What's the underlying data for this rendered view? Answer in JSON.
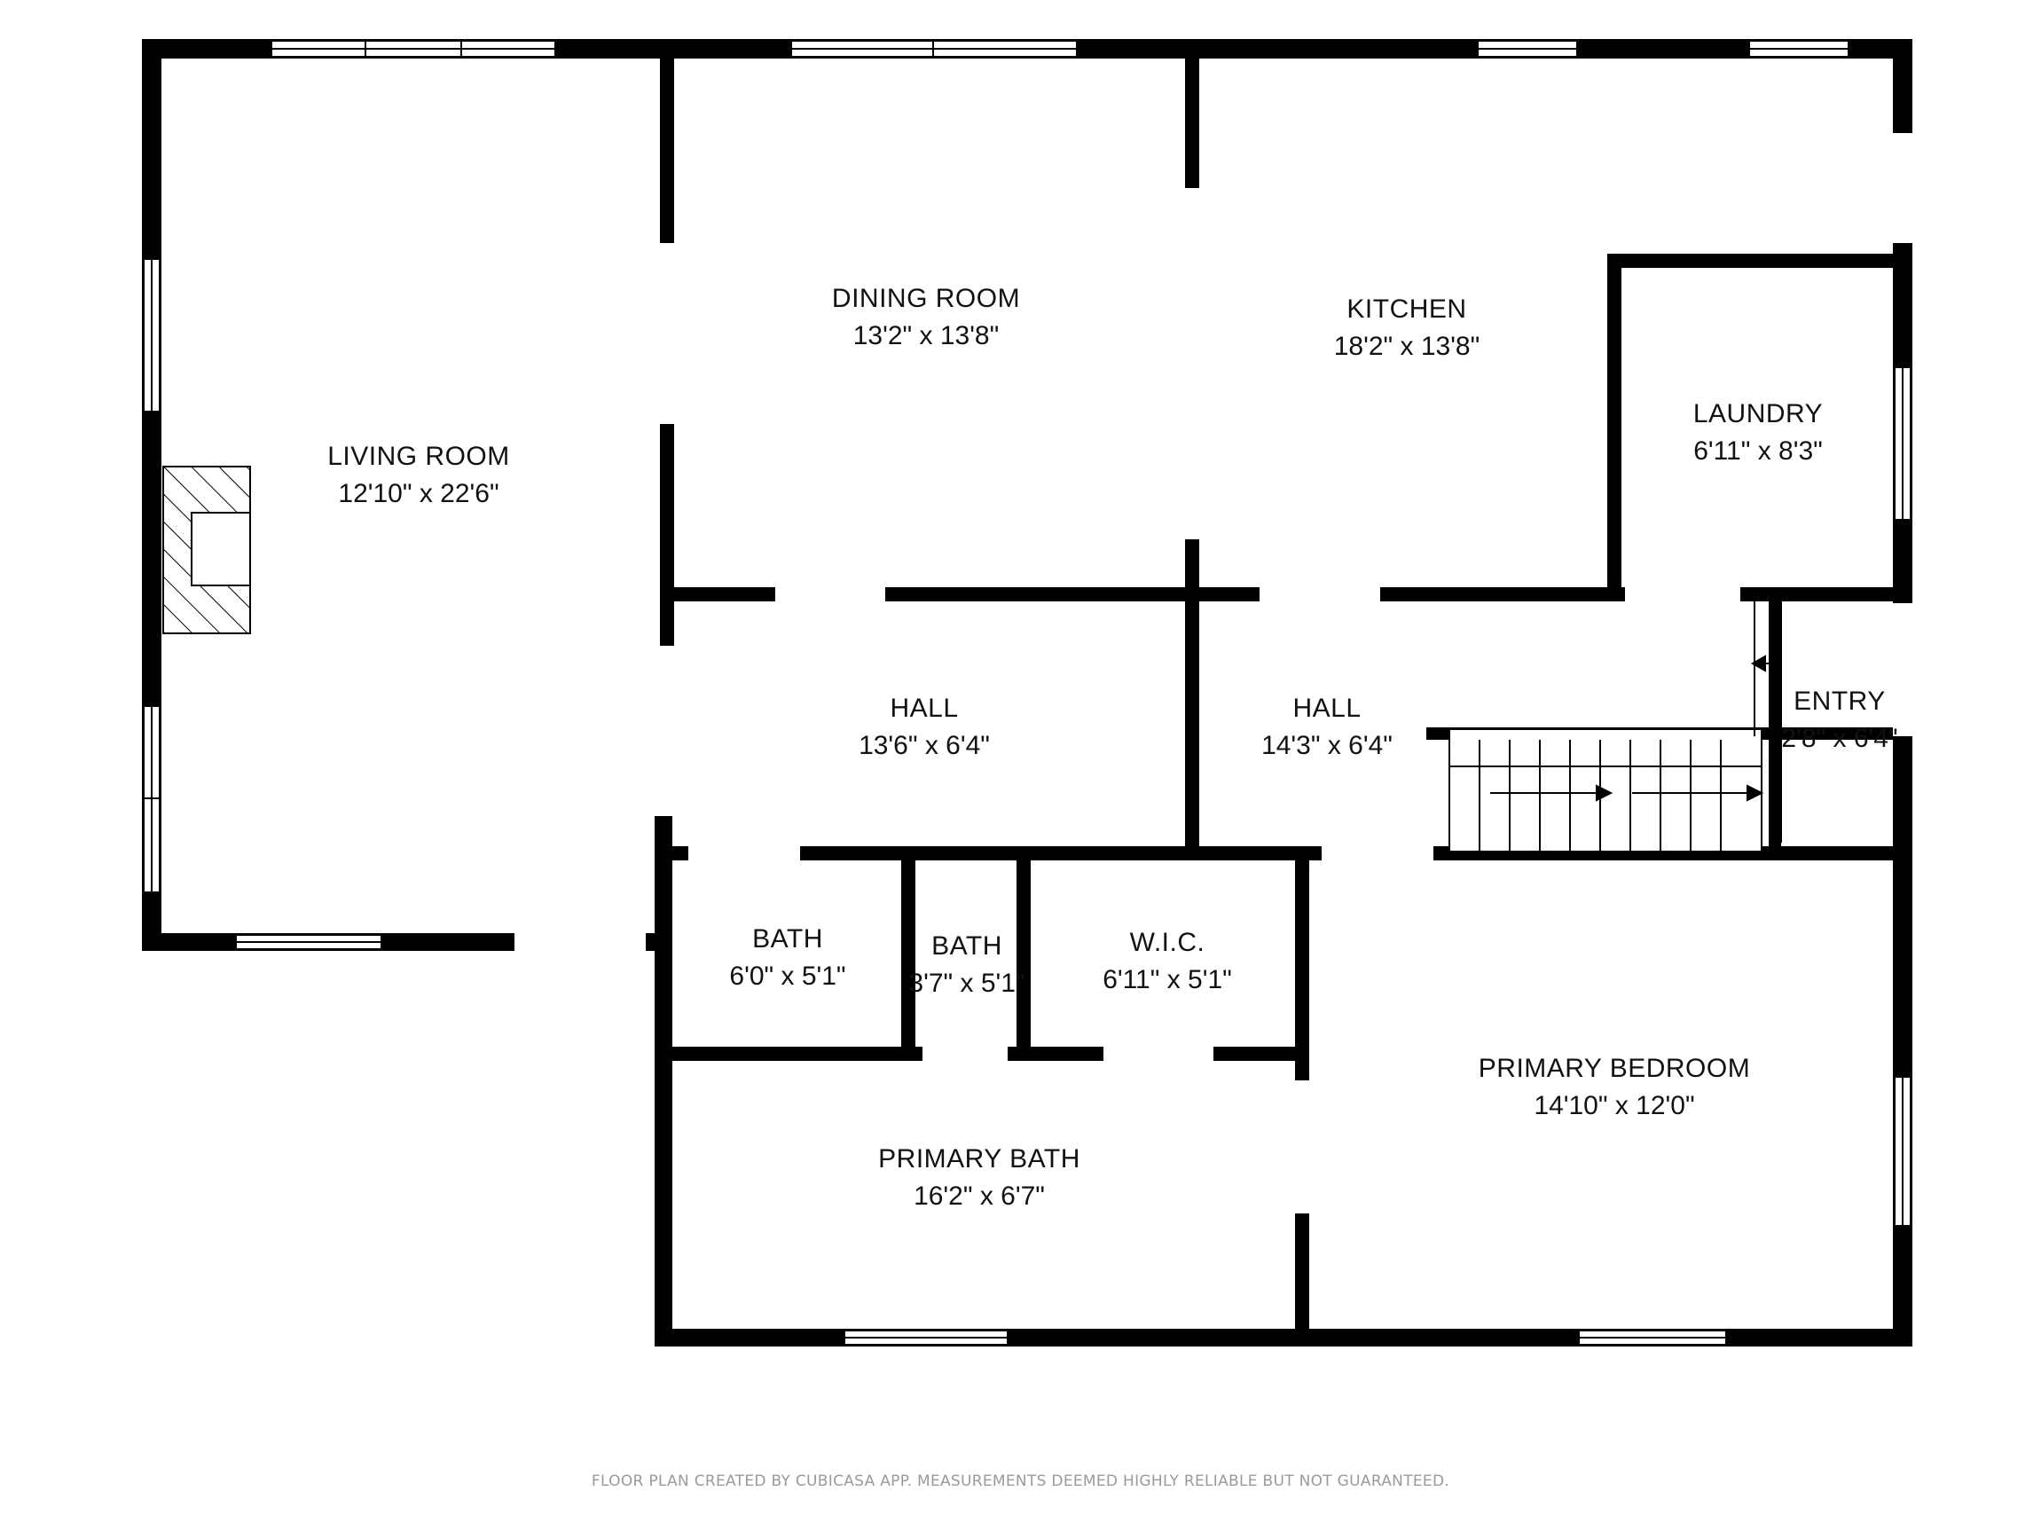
{
  "rooms": [
    {
      "id": "living-room",
      "name": "LIVING ROOM",
      "dims": "12'10\" x 22'6\""
    },
    {
      "id": "dining-room",
      "name": "DINING ROOM",
      "dims": "13'2\" x 13'8\""
    },
    {
      "id": "kitchen",
      "name": "KITCHEN",
      "dims": "18'2\" x 13'8\""
    },
    {
      "id": "laundry",
      "name": "LAUNDRY",
      "dims": "6'11\" x 8'3\""
    },
    {
      "id": "hall-west",
      "name": "HALL",
      "dims": "13'6\" x 6'4\""
    },
    {
      "id": "hall-east",
      "name": "HALL",
      "dims": "14'3\" x 6'4\""
    },
    {
      "id": "entry",
      "name": "ENTRY",
      "dims": "2'8\" x 6'4\""
    },
    {
      "id": "bath-1",
      "name": "BATH",
      "dims": "6'0\" x 5'1\""
    },
    {
      "id": "bath-2",
      "name": "BATH",
      "dims": "3'7\" x 5'1\""
    },
    {
      "id": "wic",
      "name": "W.I.C.",
      "dims": "6'11\" x 5'1\""
    },
    {
      "id": "primary-bath",
      "name": "PRIMARY BATH",
      "dims": "16'2\" x 6'7\""
    },
    {
      "id": "primary-bedroom",
      "name": "PRIMARY BEDROOM",
      "dims": "14'10\" x 12'0\""
    }
  ],
  "footer": "FLOOR PLAN CREATED BY CUBICASA APP. MEASUREMENTS DEEMED HIGHLY RELIABLE BUT NOT GUARANTEED.",
  "colors": {
    "wall": "#000000",
    "background": "#ffffff",
    "footer_text": "#9a9a9a"
  }
}
